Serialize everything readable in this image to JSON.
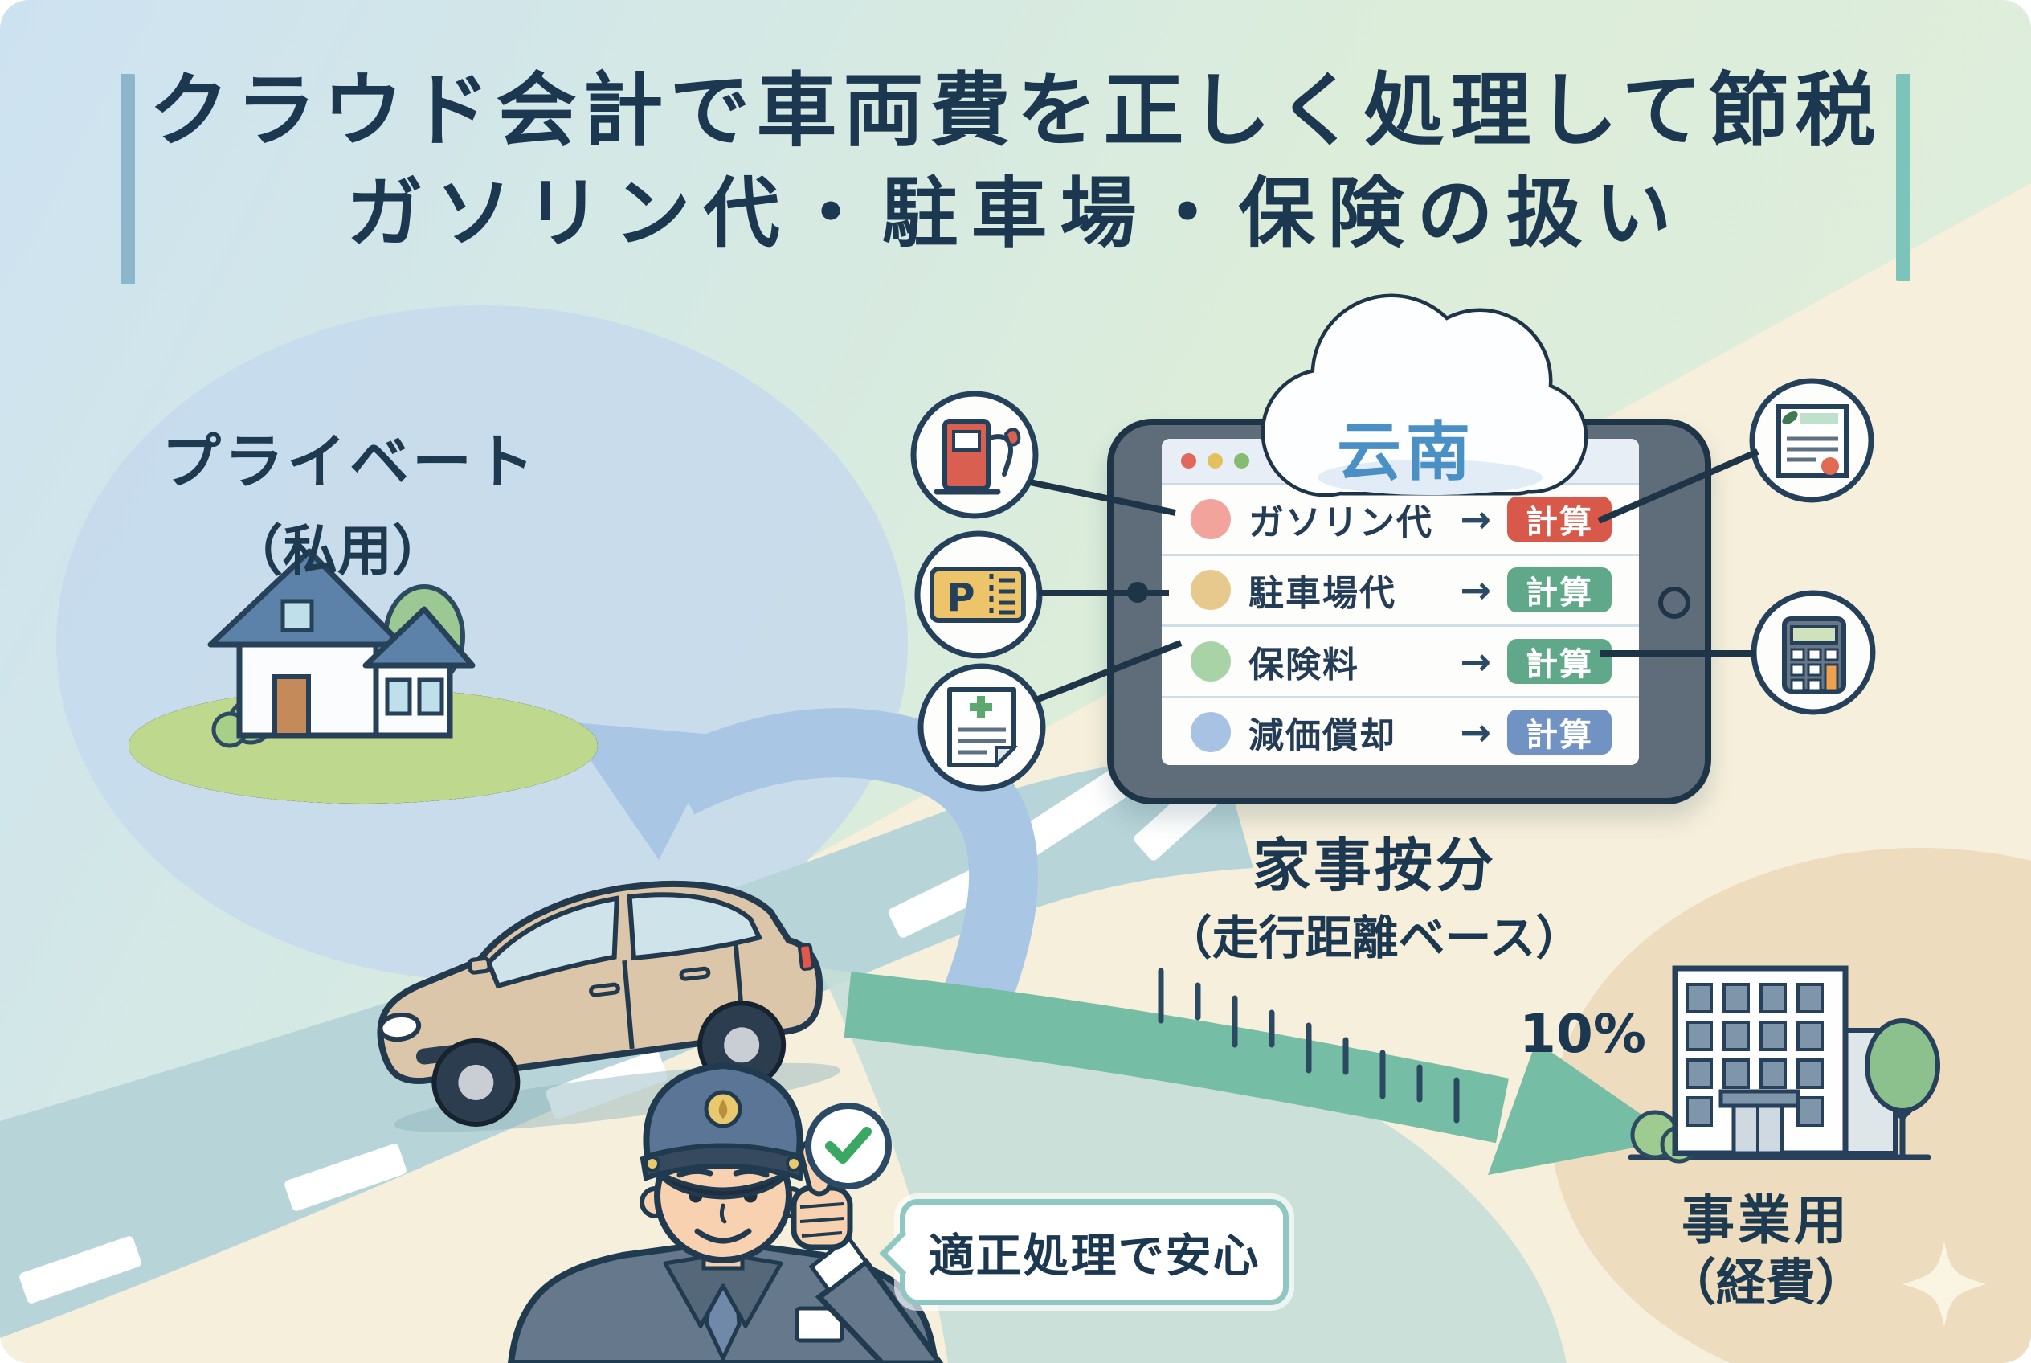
{
  "title": {
    "line1": "クラウド会計で車両費を正しく処理して節税",
    "line2": "ガソリン代・駐車場・保険の扱い"
  },
  "private_zone": {
    "line1": "プライベート",
    "line2": "（私用）"
  },
  "business_zone": {
    "line1": "事業用",
    "line2": "（経費）"
  },
  "cloud_app": {
    "name": "云南"
  },
  "browser": {
    "window_dots": [
      "#e2685c",
      "#e5c05e",
      "#86bb72"
    ]
  },
  "expenses": {
    "rows": [
      {
        "label": "ガソリン代",
        "arrow": "→",
        "button": "計算",
        "dot_color": "#f2a49c",
        "button_color": "#d8584a"
      },
      {
        "label": "駐車場代",
        "arrow": "→",
        "button": "計算",
        "dot_color": "#e7c98e",
        "button_color": "#5fa98a"
      },
      {
        "label": "保険料",
        "arrow": "→",
        "button": "計算",
        "dot_color": "#a8d3a6",
        "button_color": "#5fa98a"
      },
      {
        "label": "減価償却",
        "arrow": "→",
        "button": "計算",
        "dot_color": "#a8c2e3",
        "button_color": "#7193c4"
      }
    ]
  },
  "apportionment": {
    "line1": "家事按分",
    "line2": "（走行距離ベース）",
    "percent": "10%"
  },
  "speech_bubble": {
    "text": "適正処理で安心"
  },
  "icons": {
    "parking_letter": "P"
  },
  "colors": {
    "title_text": "#1c3850",
    "accent_bar_left": "#8cb6cb",
    "accent_bar_right": "#7cc3ba",
    "cream_background": "#f6efdb",
    "road": "#b7d5d8",
    "blue_arrow": "#a9c6e4",
    "green_arrow": "#76bda6",
    "tablet_bezel": "#5f6d7a",
    "cloud_text": "#4a90c5",
    "bubble_border": "#8fc7c3",
    "check_green": "#3aa862"
  }
}
